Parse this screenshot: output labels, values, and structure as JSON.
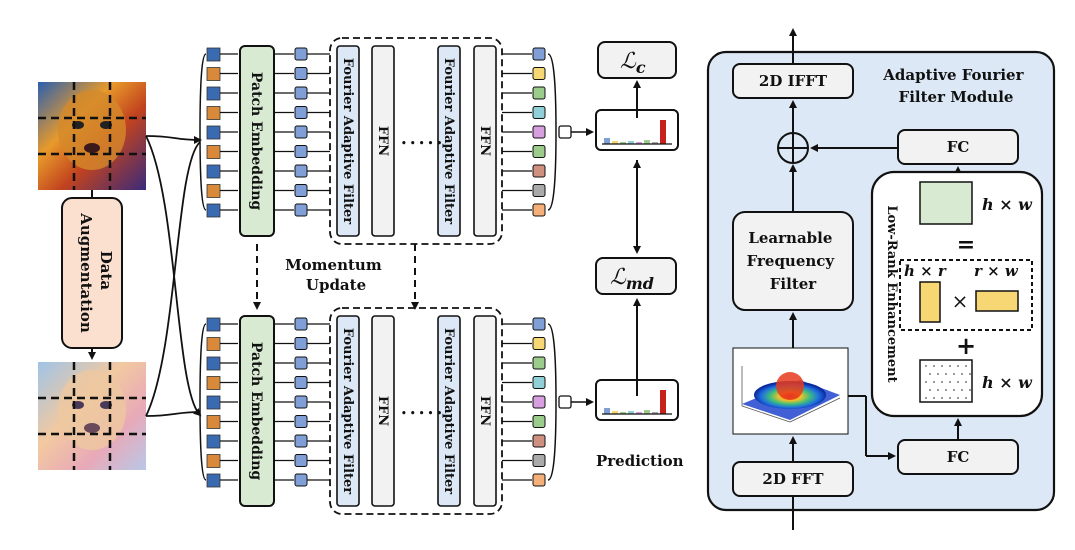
{
  "diagram": {
    "data_augmentation_lines": [
      "Data",
      "Augmentation"
    ],
    "patch_embedding": "Patch Embedding",
    "fourier_filter": "Fourier Adaptive Filter",
    "ffn": "FFN",
    "momentum_update_lines": [
      "Momentum",
      "Update"
    ],
    "loss_c": "ℒ",
    "loss_c_sub": "c",
    "loss_md": "ℒ",
    "loss_md_sub": "md",
    "prediction": "Prediction",
    "ellipsis": "• • • • •"
  },
  "module": {
    "title_lines": [
      "Adaptive Fourier",
      "Filter Module"
    ],
    "ifft": "2D IFFT",
    "fft": "2D FFT",
    "fc_top": "FC",
    "fc_bottom": "FC",
    "learnable_lines": [
      "Learnable",
      "Frequency",
      "Filter"
    ],
    "low_rank": "Low-Rank Enhancement",
    "hw_top": "h × w",
    "equals": "=",
    "hr": "h × r",
    "rw": "r × w",
    "times": "×",
    "plus": "+",
    "hw_bottom": "h × w"
  },
  "colors": {
    "patch_green": "#d9ead3",
    "module_bg": "#dce8f5",
    "aug_fill": "#fbe0d0",
    "token_blue": "#7f9fd6",
    "out_tokens": [
      "#7f9fd6",
      "#f7d774",
      "#9ccc8c",
      "#8fd0d8",
      "#d89fe0",
      "#9ccc8c",
      "#d09080",
      "#aaaaaa",
      "#f5b07a"
    ]
  }
}
